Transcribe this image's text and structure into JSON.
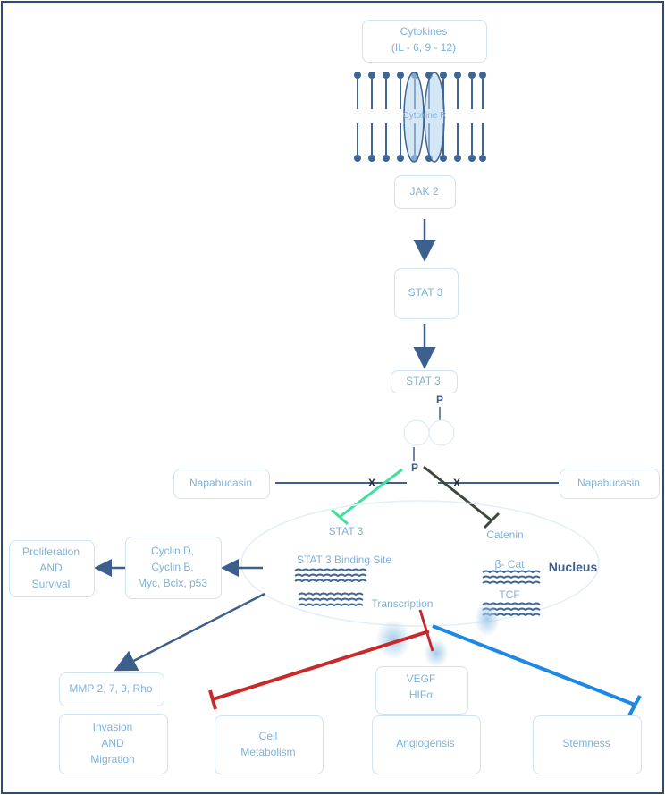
{
  "colors": {
    "frame": "#2e4a7a",
    "arrow": "#3d5f8c",
    "light_text": "#7fb2d8",
    "membrane": "#3d6596",
    "receptor": "#b9d6ee",
    "green": "#3fe0a0",
    "olive": "#3d4a3a",
    "red": "#c62a2a",
    "blue": "#1e88e5"
  },
  "labels": {
    "cytokines_line1": "Cytokines",
    "cytokines_line2": "(IL - 6, 9 - 12)",
    "cytokine_receptor": "Cytokine R",
    "jak2": "JAK 2",
    "stat3_a": "STAT 3",
    "stat3_b": "STAT 3",
    "p_top": "P",
    "p_center": "P",
    "napabucasin_left": "Napabucasin",
    "napabucasin_right": "Napabucasin",
    "x_left": "X",
    "x_right": "X",
    "stat3_c": "STAT 3",
    "catenin": "Catenin",
    "stat3_binding": "STAT 3 Binding Site",
    "b_cat": "β- Cat",
    "tcf": "TCF",
    "nucleus": "Nucleus",
    "transcription": "Transcription",
    "cyclin_line1": "Cyclin D,",
    "cyclin_line2": "Cyclin B,",
    "cyclin_line3": "Myc, Bclx, p53",
    "prolif_line1": "Proliferation",
    "prolif_line2": "AND",
    "prolif_line3": "Survival",
    "mmp": "MMP 2, 7, 9, Rho",
    "vegf": "VEGF",
    "hif": "HIFα",
    "invasion_line1": "Invasion",
    "invasion_line2": "AND",
    "invasion_line3": "Migration",
    "cell_met_line1": "Cell",
    "cell_met_line2": "Metabolism",
    "angiogenesis": "Angiogensis",
    "stemness": "Stemness"
  }
}
